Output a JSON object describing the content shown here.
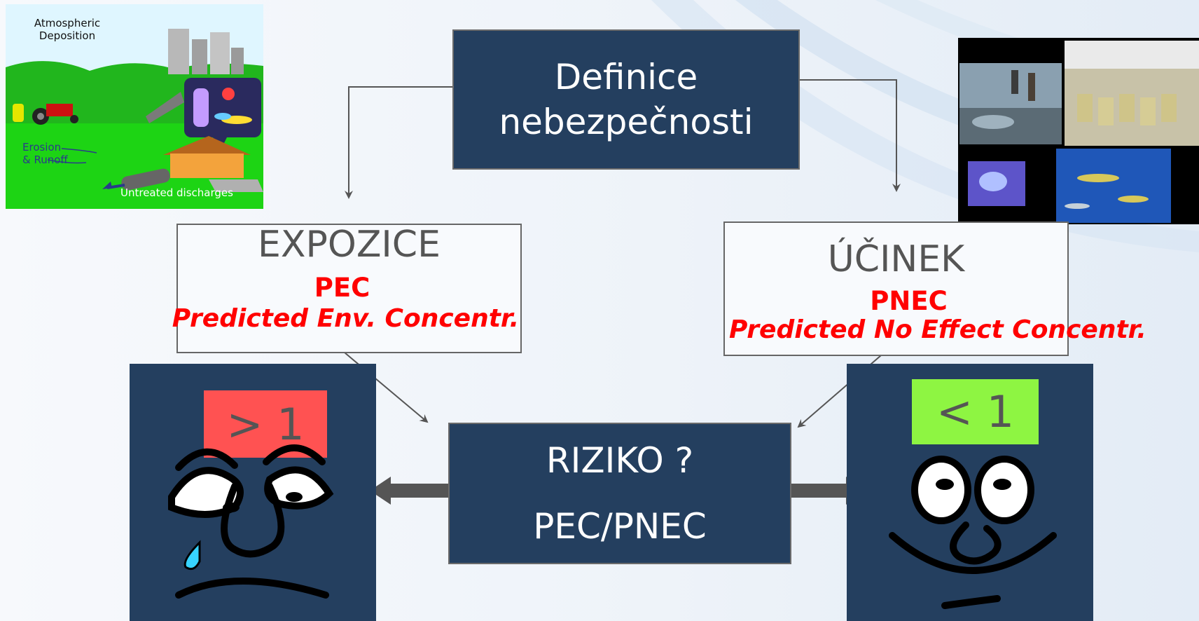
{
  "definition_box": {
    "line1": "Definice",
    "line2": "nebezpečnosti"
  },
  "exposure_box": {
    "title": "EXPOZICE",
    "abbr": "PEC",
    "description": "Predicted Env. Concentr."
  },
  "effect_box": {
    "title": "ÚČINEK",
    "abbr": "PNEC",
    "description": "Predicted No Effect Concentr."
  },
  "risk_box": {
    "line1": "RIZIKO ?",
    "line2": "PEC/PNEC"
  },
  "sad_panel": {
    "label": "> 1",
    "label_color": "#ff5252"
  },
  "happy_panel": {
    "label": "< 1",
    "label_color": "#8ef542"
  },
  "environment_illustration": {
    "atmospheric": "Atmospheric\nDeposition",
    "erosion": "Erosion\n& Runoff",
    "discharges": "Untreated discharges"
  },
  "colors": {
    "box_dark": "#243f5f",
    "accent_red": "#ff0000"
  }
}
